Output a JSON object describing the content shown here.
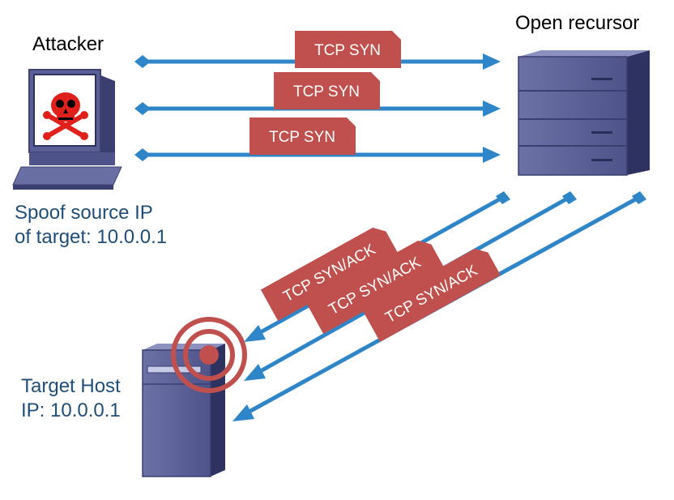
{
  "labels": {
    "attacker": "Attacker",
    "open_recursor": "Open recursor",
    "spoof_line1": "Spoof source IP",
    "spoof_line2": "of target: 10.0.0.1",
    "target_line1": "Target Host",
    "target_line2": "IP: 10.0.0.1"
  },
  "requests": [
    {
      "label": "TCP SYN"
    },
    {
      "label": "TCP SYN"
    },
    {
      "label": "TCP SYN"
    }
  ],
  "responses": [
    {
      "label": "TCP SYN/ACK"
    },
    {
      "label": "TCP SYN/ACK"
    },
    {
      "label": "TCP SYN/ACK"
    }
  ],
  "colors": {
    "arrow": "#2e86c8",
    "message_box": "#c0504d",
    "server": "#5a5f96",
    "target_ring": "#c0504d",
    "skull": "#e0201b"
  }
}
